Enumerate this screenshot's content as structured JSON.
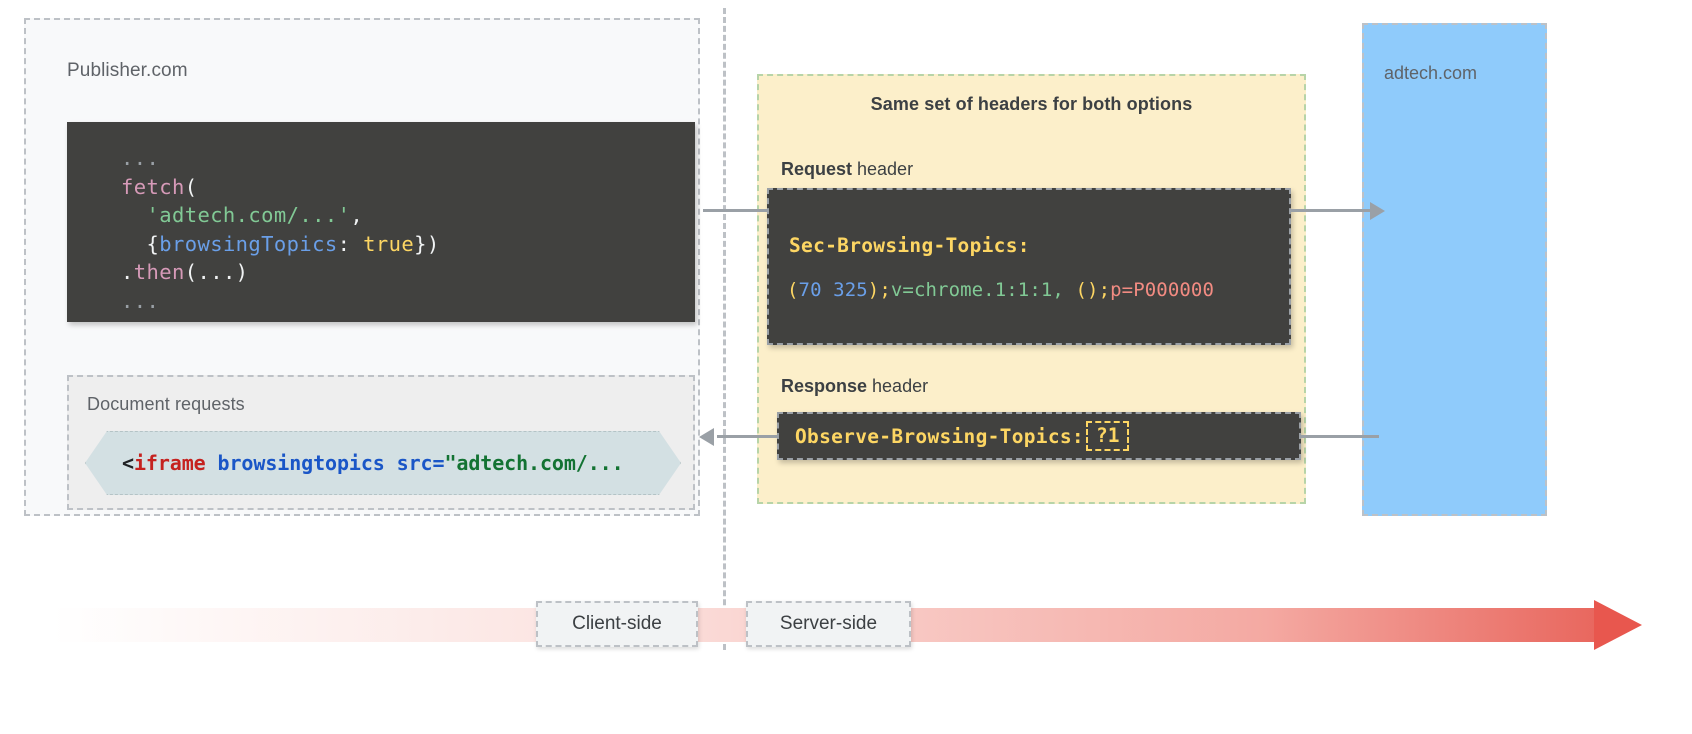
{
  "publisher": {
    "label": "Publisher.com",
    "fetch_code": {
      "line1_dots": "...",
      "line2_fn": "fetch",
      "line2_paren": "(",
      "line3_str": "'adtech.com/...'",
      "line3_comma": ",",
      "line4_brace_open": "{",
      "line4_prop": "browsingTopics",
      "line4_colon": ": ",
      "line4_bool": "true",
      "line4_close": "})",
      "line5_dot": ".",
      "line5_fn": "then",
      "line5_args": "(...)",
      "line6_dots": "..."
    },
    "document_requests": {
      "label": "Document requests",
      "iframe_lt": "<",
      "iframe_tag": "iframe",
      "iframe_attr1": " browsingtopics ",
      "iframe_attr2": "src=",
      "iframe_value": "\"adtech.com/..."
    }
  },
  "headers": {
    "title": "Same set of headers for both options",
    "request_caption_bold": "Request",
    "request_caption_rest": " header",
    "response_caption_bold": "Response",
    "response_caption_rest": " header",
    "request_header": {
      "name": "Sec-Browsing-Topics:",
      "value_open_paren": "(",
      "value_topics": "70 325",
      "value_close_paren": ")",
      "value_semi1": ";",
      "value_version": "v=chrome.1:1:1,",
      "value_empty": " ()",
      "value_semi2": ";",
      "value_padding": "p=P000000"
    },
    "response_header": {
      "name": "Observe-Browsing-Topics:",
      "value": "?1"
    }
  },
  "adtech": {
    "label": "adtech.com"
  },
  "timeline": {
    "client_label": "Client-side",
    "server_label": "Server-side"
  },
  "colors": {
    "headers_panel_bg": "#fcefca",
    "adtech_bg": "#8fcbfb",
    "code_bg": "#41413f",
    "iframe_chip_bg": "#d3e0e3",
    "arrow_gradient_end": "#e8574e",
    "token_yellow": "#fdd663",
    "token_green": "#81c995",
    "token_blue": "#6a9fe8",
    "token_red": "#f28b82",
    "token_pink": "#d69ab8"
  }
}
